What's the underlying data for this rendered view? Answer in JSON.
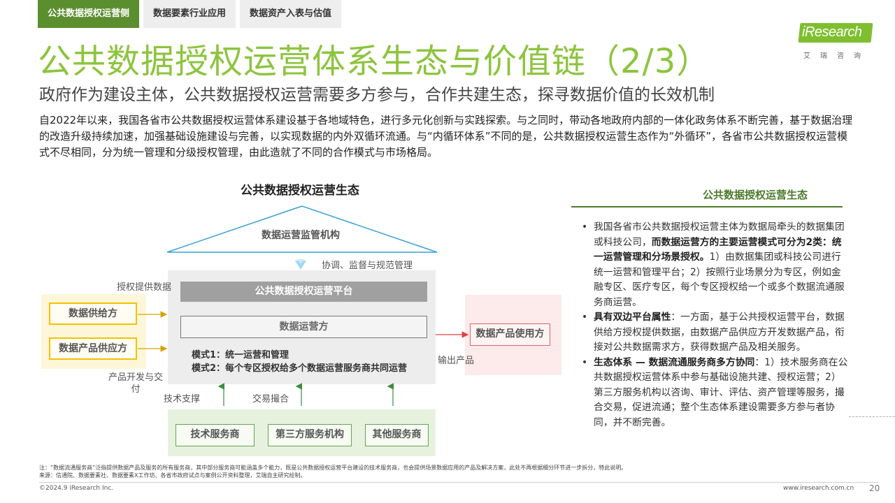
{
  "tabs": [
    "公共数据授权运营侧",
    "数据要素行业应用",
    "数据资产入表与估值"
  ],
  "logo": {
    "brand": "iResearch",
    "sub": "艾瑞咨询"
  },
  "title": "公共数据授权运营体系生态与价值链（2/3）",
  "subtitle": "政府作为建设主体，公共数据授权运营需要多方参与，合作共建生态，探寻数据价值的长效机制",
  "intro": "自2022年以来，我国各省市公共数据授权运营体系建设基于各地域特色，进行多元化创新与实践探索。与之同时，带动各地政府内部的一体化政务体系不断完善，基于数据治理的改造升级持续加速，加强基础设施建设与完善，以实现数据的内外双循环流通。与“内循环体系”不同的是，公共数据授权运营生态作为“外循环”，各省市公共数据授权运营模式不尽相同，分为统一管理和分级授权管理，由此造就了不同的合作模式与市场格局。",
  "diagram": {
    "title": "公共数据授权运营生态",
    "supervisor": "数据运营监管机构",
    "coordination": "协调、监督与规范管理",
    "platform": "公共数据授权运营平台",
    "operator": "数据运营方",
    "mode1": "模式1：统一运营和管理",
    "mode2": "模式2：每个专区授权给多个数据运营服务商共同运营",
    "grant": "授权提供数据",
    "supplier": "数据供给方",
    "product_supplier": "数据产品供应方",
    "product_dev": "产品开发与交付",
    "user": "数据产品使用方",
    "output": "输出产品",
    "tech_support": "技术支撑",
    "trade": "交易撮合",
    "services": [
      "技术服务商",
      "第三方服务机构",
      "其他服务商"
    ]
  },
  "panel": {
    "title": "公共数据授权运营生态",
    "b1_pre": "我国各省市公共数据授权运营主体为数据局牵头的数据集团或科技公司，",
    "b1_bold": "而数据运营方的主要运营模式可分为2类：统一运营管理和分场景授权。",
    "b1_post": "1）由数据集团或科技公司进行统一运营和管理平台；2）按照行业场景分为专区，例如金融专区、医疗专区，每个专区授权给一个或多个数据流通服务商运营。",
    "b2_bold": "具有双边平台属性",
    "b2_post": "：一方面，基于公共授权运营平台，数据供给方授权提供数据，由数据产品供应方开发数据产品，衔接对公共数据需求方，获得数据产品及相关服务。",
    "b3_bold": "生态体系 — 数据流通服务商多方协同",
    "b3_post": "：1）技术服务商在公共数据授权运营体系中参与基础设施共建、授权运营；2）第三方服务机构以咨询、审计、评估、资产管理等服务，撮合交易，促进流通；整个生态体系建设需要多方参与者协同，并不断完善。"
  },
  "footer": {
    "note": "注：“数据流通服务商”泛指提供数据产品及服务的所有服务商，其中部分服务商可能涵盖多个能力，既是公共数据授权运营平台建设的技术服务商，也会提供场景数据应用的产品及解决方案，此处不再根据细分环节进一步拆分，特此说明。",
    "source": "来源：信通院、数据要素社、数据要素X工作坊、各省市政府试点与案例公开资料整理，艾瑞自主研究绘制。",
    "copyright": "©2024.9 iResearch Inc.",
    "site": "www.iresearch.com.cn",
    "page": "20"
  },
  "colors": {
    "accent": "#8dc43e",
    "tab_active": "#5b8e2e",
    "supply": "#f3c200",
    "user": "#e06060",
    "service": "#66a352",
    "roof": "#3aa0d8"
  }
}
